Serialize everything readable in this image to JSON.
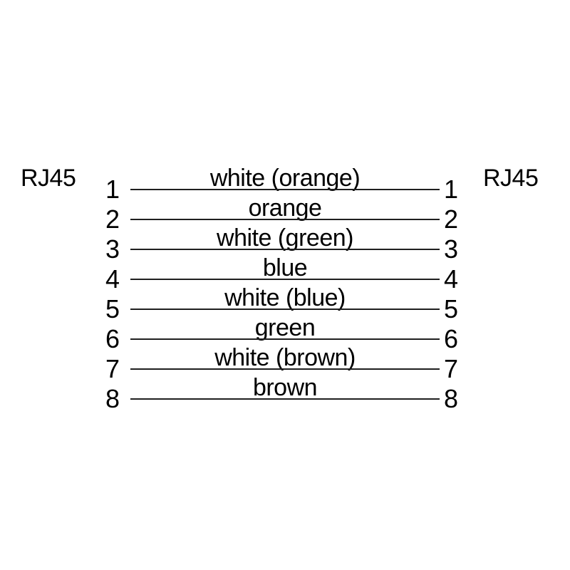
{
  "diagram": {
    "left_connector": "RJ45",
    "right_connector": "RJ45",
    "colors": {
      "background": "#ffffff",
      "text": "#000000",
      "wire_line": "#1f1f1f"
    },
    "wires": [
      {
        "pin": "1",
        "color_label": "white (orange)"
      },
      {
        "pin": "2",
        "color_label": "orange"
      },
      {
        "pin": "3",
        "color_label": "white (green)"
      },
      {
        "pin": "4",
        "color_label": "blue"
      },
      {
        "pin": "5",
        "color_label": "white (blue)"
      },
      {
        "pin": "6",
        "color_label": "green"
      },
      {
        "pin": "7",
        "color_label": "white (brown)"
      },
      {
        "pin": "8",
        "color_label": "brown"
      }
    ]
  }
}
